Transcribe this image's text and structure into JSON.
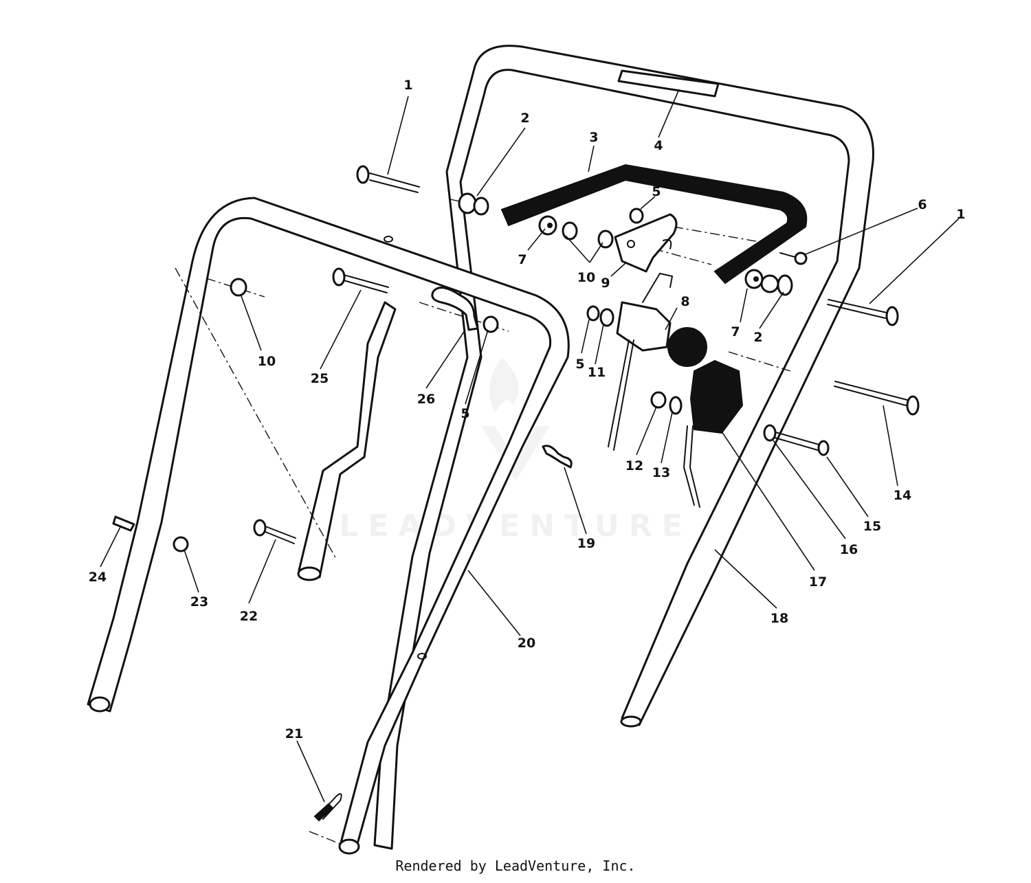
{
  "diagram": {
    "callouts": {
      "c1a": "1",
      "c1b": "1",
      "c2a": "2",
      "c2b": "2",
      "c3": "3",
      "c4": "4",
      "c5a": "5",
      "c5b": "5",
      "c5c": "5",
      "c6": "6",
      "c7a": "7",
      "c7b": "7",
      "c8": "8",
      "c9": "9",
      "c10a": "10",
      "c10b": "10",
      "c11": "11",
      "c12": "12",
      "c13": "13",
      "c14": "14",
      "c15": "15",
      "c16": "16",
      "c17": "17",
      "c18": "18",
      "c19": "19",
      "c20": "20",
      "c21": "21",
      "c22": "22",
      "c23": "23",
      "c24": "24",
      "c25": "25",
      "c26": "26"
    },
    "watermark": "LEADVENTURE"
  },
  "footer": {
    "credit": "Rendered by LeadVenture, Inc."
  }
}
